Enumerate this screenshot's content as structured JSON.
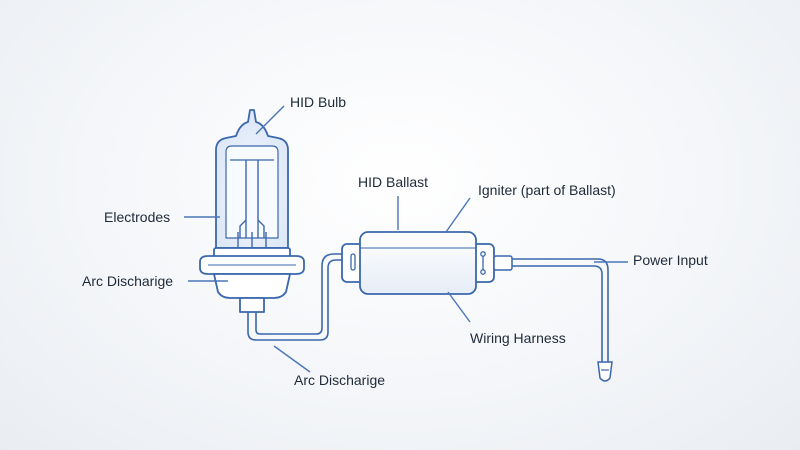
{
  "labels": {
    "hid_bulb": "HID Bulb",
    "electrodes": "Electrodes",
    "arc_discharge_left": "Arc Discharige",
    "arc_discharge_bottom": "Arc Discharige",
    "hid_ballast": "HID Ballast",
    "igniter": "Igniter (part of Ballast)",
    "power_input": "Power Input",
    "wiring_harness": "Wiring Harness"
  },
  "colors": {
    "outline": "#3a67ad",
    "leader": "#4a76b8",
    "glass": "#dde8f6",
    "glow": "#ffffff",
    "label_text": "#1f2a38"
  }
}
